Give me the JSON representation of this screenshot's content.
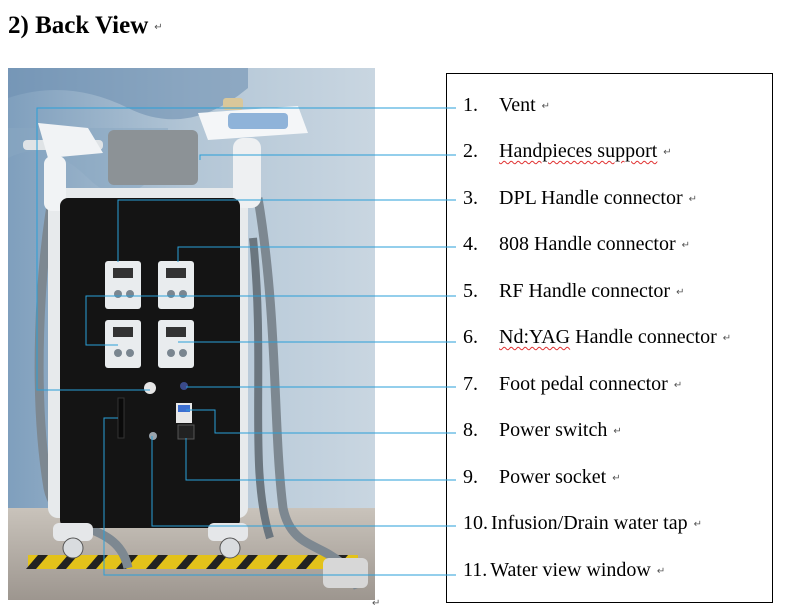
{
  "heading": "2) Back View",
  "return_mark": "↵",
  "items": [
    {
      "num": "1.",
      "text": "Vent"
    },
    {
      "num": "2.",
      "text": "Handpieces support"
    },
    {
      "num": "3.",
      "text": "DPL Handle connector"
    },
    {
      "num": "4.",
      "text": "808 Handle connector"
    },
    {
      "num": "5.",
      "text": "RF Handle connector"
    },
    {
      "num": "6.",
      "pre": "",
      "squig": "Nd:YAG",
      "post": " Handle connector"
    },
    {
      "num": "7.",
      "text": "Foot pedal connector"
    },
    {
      "num": "8.",
      "text": "Power switch"
    },
    {
      "num": "9.",
      "text": "Power socket"
    },
    {
      "num": "10.",
      "text": "Infusion/Drain water tap"
    },
    {
      "num": "11.",
      "text": "Water view window"
    }
  ],
  "colors": {
    "leader_line": "#2a9fd8",
    "spellcheck_underline": "#e03030",
    "wall": "#a8bdcf",
    "machine_body": "#141414"
  }
}
